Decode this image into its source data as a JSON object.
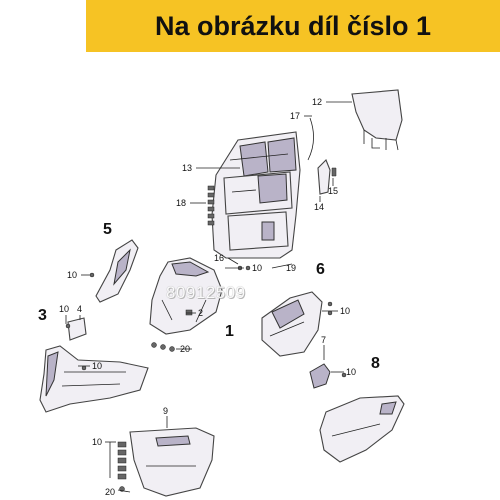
{
  "header": {
    "title": "Na obrázku díl číslo 1",
    "background": "#f6c324"
  },
  "watermark": "80912509",
  "callouts": {
    "big": {
      "c1": "1",
      "c3": "3",
      "c5": "5",
      "c6": "6",
      "c8": "8"
    },
    "small": {
      "c2": "2",
      "c4": "4",
      "c7": "7",
      "c9": "9",
      "c10_lower_center": "10",
      "c10_left_upper": "10",
      "c10_left_mid": "10",
      "c10_right_upper": "10",
      "c10_right_lower": "10",
      "c10_center_bracket": "10",
      "c10_bottom_left": "10",
      "c12": "12",
      "c13": "13",
      "c14": "14",
      "c15": "15",
      "c16": "16",
      "c17": "17",
      "c18": "18",
      "c19": "19",
      "c20_center": "20",
      "c20_bottom": "20"
    }
  }
}
